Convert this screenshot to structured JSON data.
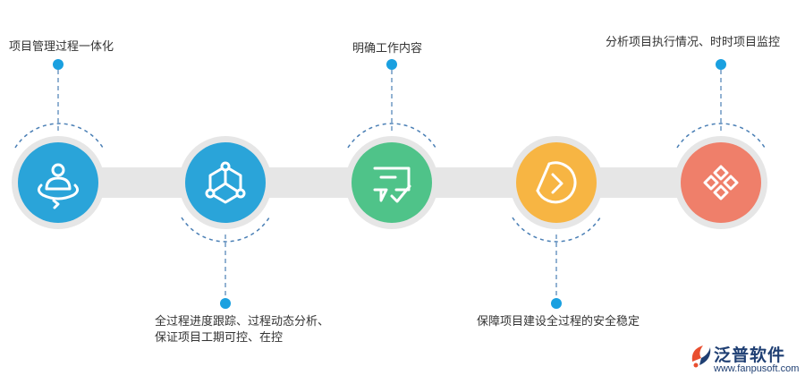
{
  "steps": [
    {
      "label": "项目管理过程一体化",
      "icon": "person-orbit-icon",
      "color": "#2aa4d9"
    },
    {
      "label_lines": [
        "全过程进度跟踪、过程动态分析、",
        "保证项目工期可控、在控"
      ],
      "icon": "hexagon-network-icon",
      "color": "#2aa4d9"
    },
    {
      "label": "明确工作内容",
      "icon": "chat-check-icon",
      "color": "#4fc389"
    },
    {
      "label": "保障项目建设全过程的安全稳定",
      "icon": "pie-arrow-icon",
      "color": "#f7b543"
    },
    {
      "label": "分析项目执行情况、时时项目监控",
      "icon": "diamond-grid-icon",
      "color": "#ef7f6a"
    }
  ],
  "colors": {
    "track": "#e6e6e6",
    "dashed_line": "#4a7fb5",
    "dot": "#1aa0e0"
  },
  "logo": {
    "name": "泛普软件",
    "url": "www.fanpusoft.com"
  }
}
